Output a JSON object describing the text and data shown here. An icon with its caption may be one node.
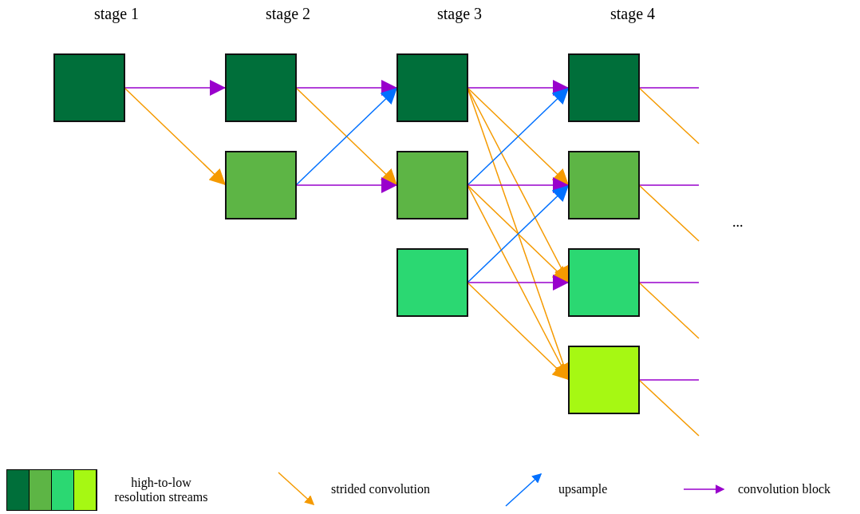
{
  "diagram": {
    "nodes": [
      {
        "text": [],
        "shape": "box"
      },
      {
        "text": [],
        "shape": "box"
      },
      {
        "text": [],
        "shape": "box"
      },
      {
        "text": [],
        "shape": "box"
      },
      {
        "text": [],
        "shape": "box"
      },
      {
        "text": [],
        "shape": "box"
      },
      {
        "text": [],
        "shape": "box"
      },
      {
        "text": [],
        "shape": "box"
      },
      {
        "text": [],
        "shape": "box"
      },
      {
        "text": [],
        "shape": "box"
      }
    ],
    "edges": [
      {
        "from": 0,
        "to": 1,
        "arrow": "to",
        "color": "#9900cc"
      },
      {
        "from": 0,
        "to": 2,
        "arrow": "to",
        "color": "#f59a00"
      },
      {
        "from": 1,
        "to": 3,
        "arrow": "to",
        "color": "#9900cc"
      },
      {
        "from": 1,
        "to": 4,
        "arrow": "to",
        "color": "#f59a00"
      },
      {
        "from": 2,
        "to": 3,
        "arrow": "to",
        "color": "#0070ff"
      },
      {
        "from": 2,
        "to": 4,
        "arrow": "to",
        "color": "#9900cc"
      },
      {
        "from": 3,
        "to": 6,
        "arrow": "to",
        "color": "#9900cc"
      },
      {
        "from": 3,
        "to": 7,
        "arrow": "to",
        "color": "#f59a00"
      },
      {
        "from": 3,
        "to": 8,
        "arrow": "to",
        "color": "#f59a00"
      },
      {
        "from": 3,
        "to": 9,
        "arrow": "to",
        "color": "#f59a00"
      },
      {
        "from": 4,
        "to": 6,
        "arrow": "to",
        "color": "#0070ff"
      },
      {
        "from": 4,
        "to": 7,
        "arrow": "to",
        "color": "#9900cc"
      },
      {
        "from": 4,
        "to": 8,
        "arrow": "to",
        "color": "#f59a00"
      },
      {
        "from": 4,
        "to": 9,
        "arrow": "to",
        "color": "#f59a00"
      },
      {
        "from": 5,
        "to": 7,
        "arrow": "to",
        "color": "#0070ff"
      },
      {
        "from": 5,
        "to": 8,
        "arrow": "to",
        "color": "#9900cc"
      },
      {
        "from": 5,
        "to": 9,
        "arrow": "to",
        "color": "#f59a00"
      },
      {
        "from": 6,
        "to": null,
        "arrow": "none",
        "color": "#9900cc"
      },
      {
        "from": 6,
        "to": null,
        "arrow": "none",
        "color": "#f59a00"
      },
      {
        "from": 7,
        "to": null,
        "arrow": "none",
        "color": "#9900cc"
      },
      {
        "from": 7,
        "to": null,
        "arrow": "none",
        "color": "#f59a00"
      },
      {
        "from": 8,
        "to": null,
        "arrow": "none",
        "color": "#9900cc"
      },
      {
        "from": 8,
        "to": null,
        "arrow": "none",
        "color": "#f59a00"
      },
      {
        "from": 9,
        "to": null,
        "arrow": "none",
        "color": "#9900cc"
      },
      {
        "from": 9,
        "to": null,
        "arrow": "none",
        "color": "#f59a00"
      }
    ],
    "labels": [
      "stage 1",
      "stage 2",
      "stage 3",
      "stage 4",
      "..."
    ],
    "legend": [
      {
        "text": "high-to-low resolution streams"
      },
      {
        "text": "strided convolution"
      },
      {
        "text": "upsample"
      },
      {
        "text": "convolution block"
      }
    ]
  }
}
